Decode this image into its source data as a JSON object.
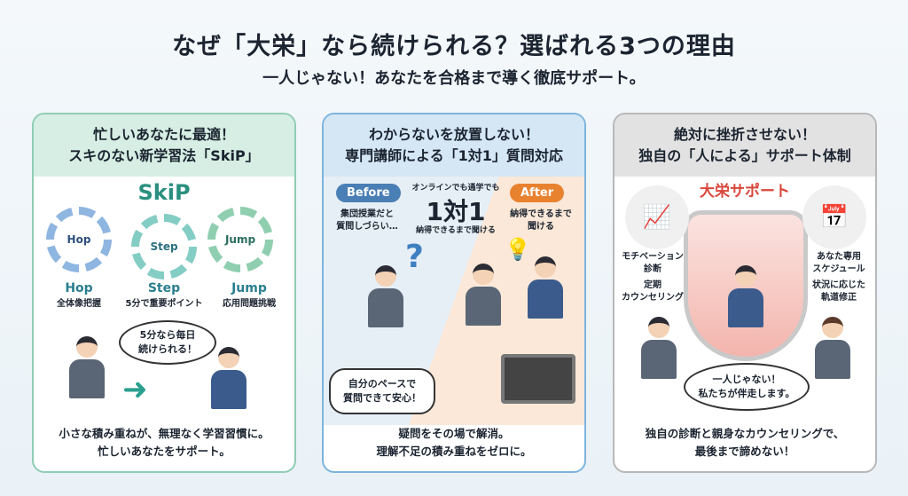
{
  "title": "なぜ「大栄」なら続けられる？選ばれる3つの理由",
  "subtitle": "一人じゃない！あなたを合格まで導く徹底サポート。",
  "cards": [
    {
      "head1": "忙しいあなたに最適！",
      "head2": "スキのない新学習法「SkiP」",
      "logo": "SkiP",
      "steps": [
        {
          "gear": "Hop",
          "name": "Hop",
          "desc": "全体像把握"
        },
        {
          "gear": "Step",
          "name": "Step",
          "desc": "5分で重要ポイント"
        },
        {
          "gear": "Jump",
          "name": "Jump",
          "desc": "応用問題挑戦"
        }
      ],
      "bubble": "5分なら毎日\n続けられる！",
      "foot1": "小さな積み重ねが、無理なく学習習慣に。",
      "foot2": "忙しいあなたをサポート。"
    },
    {
      "head1": "わからないを放置しない！",
      "head2": "専門講師による「1対1」質問対応",
      "before": "Before",
      "before_desc1": "集団授業だと",
      "before_desc2": "質問しづらい…",
      "center_top": "オンラインでも通学でも",
      "center_big": "1対1",
      "center_bottom": "納得できるまで聞ける",
      "after": "After",
      "after_desc1": "納得できるまで",
      "after_desc2": "聞ける",
      "bubble": "自分のペースで\n質問できて安心！",
      "foot1": "疑問をその場で解消。",
      "foot2": "理解不足の積み重ねをゼロに。"
    },
    {
      "head1": "絶対に挫折させない！",
      "head2": "独自の「人による」サポート体制",
      "brand": "大栄サポート",
      "left1a": "モチベーション",
      "left1b": "診断",
      "left2a": "定期",
      "left2b": "カウンセリング",
      "right1a": "あなた専用",
      "right1b": "スケジュール",
      "right2a": "状況に応じた",
      "right2b": "軌道修正",
      "bubble": "一人じゃない！\n私たちが伴走します。",
      "foot1": "独自の診断と親身なカウンセリングで、",
      "foot2": "最後まで諦めない！"
    }
  ],
  "colors": {
    "green": "#2a8f7f",
    "blue": "#4a7fb5",
    "orange": "#e8822f",
    "red": "#d9473b"
  }
}
